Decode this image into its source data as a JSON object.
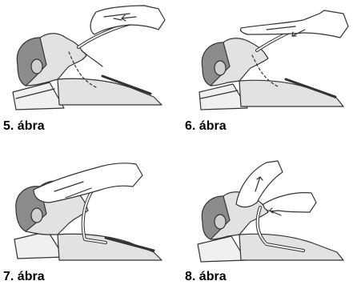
{
  "figures": [
    {
      "caption": "5. ábra"
    },
    {
      "caption": "6. ábra"
    },
    {
      "caption": "7. ábra"
    },
    {
      "caption": "8. ábra"
    }
  ],
  "colors": {
    "skin_fill": "#e2e2e2",
    "hair_fill": "#8c8c8c",
    "line": "#333333",
    "tube": "#f4f4f4",
    "page": "#ffffff"
  }
}
